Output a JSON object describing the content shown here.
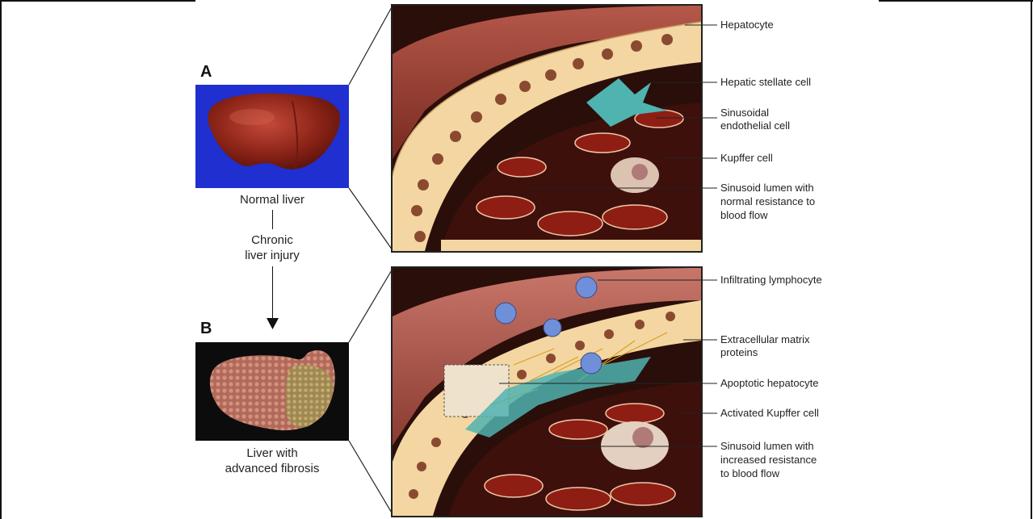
{
  "panels": {
    "a": {
      "letter": "A",
      "caption": "Normal liver",
      "labels": {
        "hepatocyte": "Hepatocyte",
        "stellate": "Hepatic stellate cell",
        "endothelial_1": "Sinusoidal",
        "endothelial_2": "endothelial cell",
        "kupffer": "Kupffer cell",
        "lumen_1": "Sinusoid lumen with",
        "lumen_2": "normal resistance to",
        "lumen_3": "blood flow"
      }
    },
    "transition": {
      "line_1": "Chronic",
      "line_2": "liver injury"
    },
    "b": {
      "letter": "B",
      "caption_1": "Liver with",
      "caption_2": "advanced fibrosis",
      "labels": {
        "lymphocyte": "Infiltrating lymphocyte",
        "ecm_1": "Extracellular matrix",
        "ecm_2": "proteins",
        "apoptotic": "Apoptotic hepatocyte",
        "activated_kupffer": "Activated Kupffer cell",
        "lumen_1": "Sinusoid lumen with",
        "lumen_2": "increased resistance",
        "lumen_3": "to blood flow"
      }
    }
  },
  "colors": {
    "normal_liver_bg": "#1f2fd0",
    "fibrosis_liver_bg": "#0c0c0c",
    "hepatocyte": "#f5d9a8",
    "nucleus": "#8a4a30",
    "stellate": "#4fb3b0",
    "rbc": "#8e1e14",
    "lymphocyte": "#6f8fd8"
  }
}
